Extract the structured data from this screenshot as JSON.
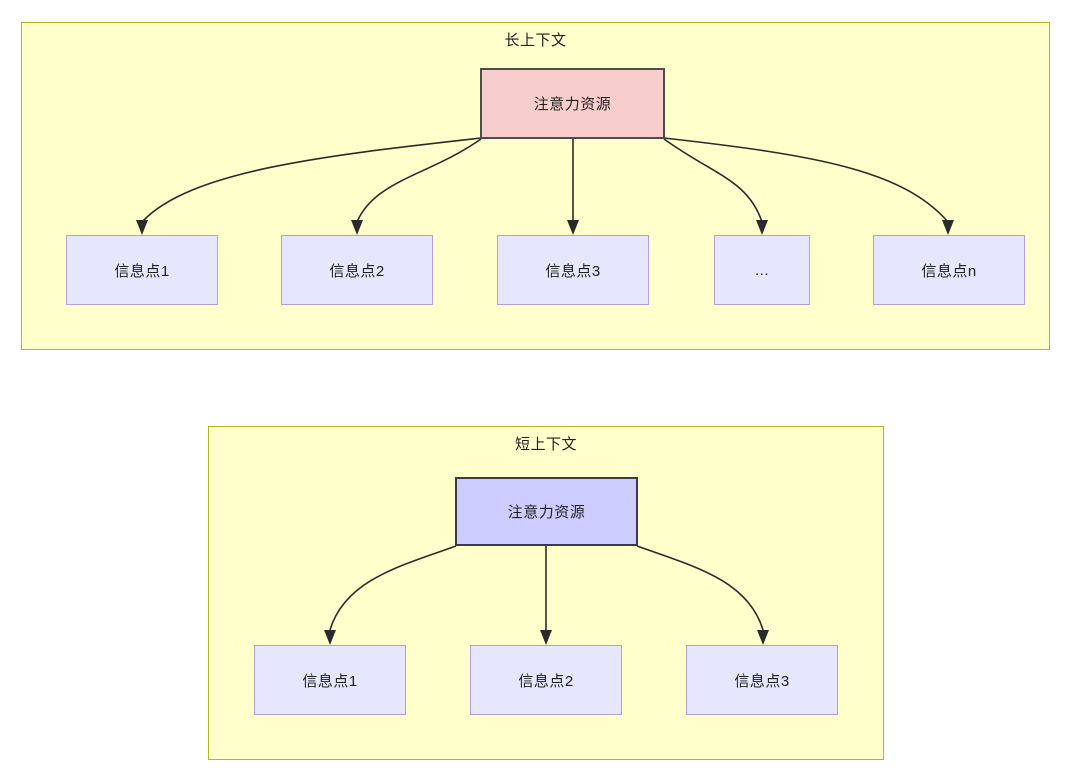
{
  "diagram": {
    "type": "tree-diagram",
    "background": "#ffffff",
    "palette": {
      "group_fill": "#ffffcc",
      "group_stroke": "#b5b524",
      "attention_long_fill": "#f8cecc",
      "attention_long_stroke": "#4d4d4d",
      "attention_short_fill": "#ccccff",
      "attention_short_stroke": "#3a3a4d",
      "info_fill": "#e6e6ff",
      "info_stroke": "#b49ddb",
      "edge_stroke": "#2b2b2b",
      "text": "#1f1f1f"
    },
    "groups": [
      {
        "id": "long-context",
        "title": "长上下文",
        "root": {
          "id": "long-attention",
          "label": "注意力资源"
        },
        "children": [
          {
            "id": "long-info-1",
            "label": "信息点1"
          },
          {
            "id": "long-info-2",
            "label": "信息点2"
          },
          {
            "id": "long-info-3",
            "label": "信息点3"
          },
          {
            "id": "long-info-ellipsis",
            "label": "..."
          },
          {
            "id": "long-info-n",
            "label": "信息点n"
          }
        ]
      },
      {
        "id": "short-context",
        "title": "短上下文",
        "root": {
          "id": "short-attention",
          "label": "注意力资源"
        },
        "children": [
          {
            "id": "short-info-1",
            "label": "信息点1"
          },
          {
            "id": "short-info-2",
            "label": "信息点2"
          },
          {
            "id": "short-info-3",
            "label": "信息点3"
          }
        ]
      }
    ]
  }
}
